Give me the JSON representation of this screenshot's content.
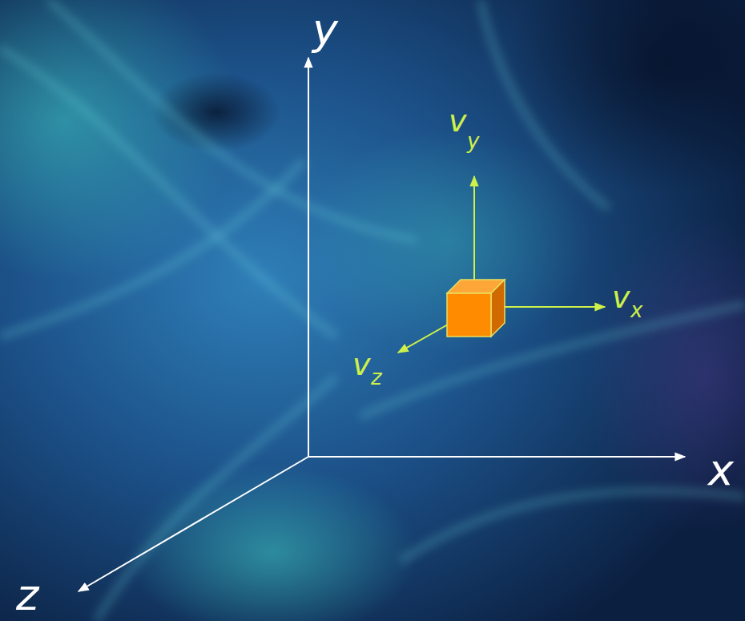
{
  "diagram": {
    "labels": [
      "y",
      "x",
      "z",
      "v",
      "y",
      "v",
      "x",
      "v",
      "z"
    ]
  }
}
